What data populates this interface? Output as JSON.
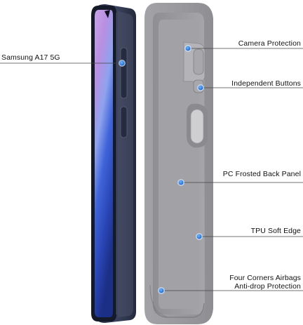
{
  "product": {
    "phone_label": "Samsung A17 5G"
  },
  "features": {
    "camera": "Camera Protection",
    "buttons": "Independent Buttons",
    "back_panel": "PC Frosted Back Panel",
    "edge": "TPU Soft Edge",
    "corners_line1": "Four Corners Airbags",
    "corners_line2": "Anti-drop Protection"
  },
  "colors": {
    "case_gray": "#9a9a9e",
    "phone_frame": "#2a3146",
    "marker_blue": "#1f7be0",
    "leader_line": "#444444"
  },
  "icons": {
    "marker": "blue-dot-marker"
  }
}
